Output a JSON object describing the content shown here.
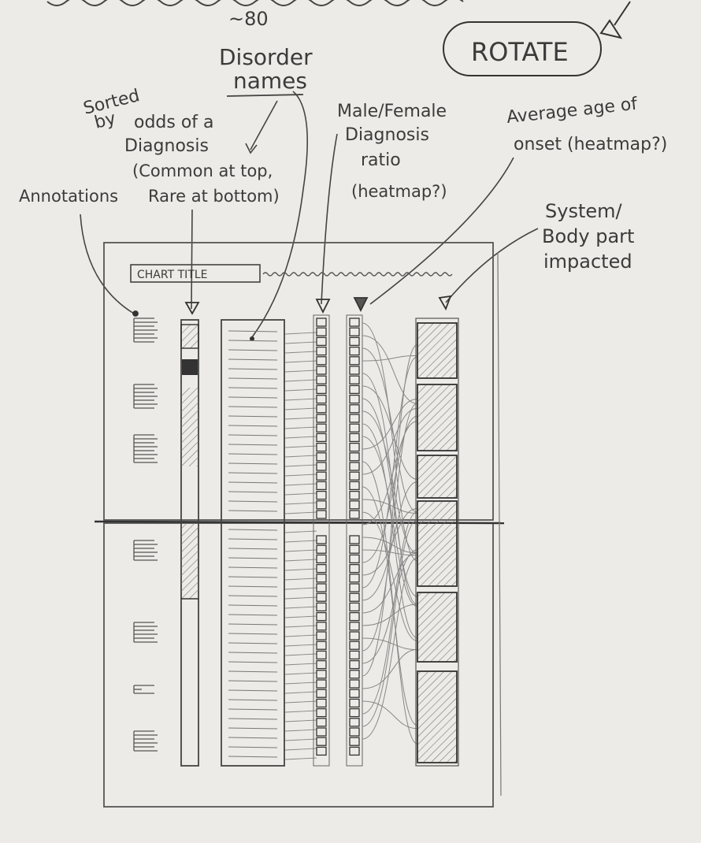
{
  "header": {
    "approx_count": "~80",
    "rotate_label": "ROTATE"
  },
  "annotations": {
    "disorder_names": [
      "Disorder",
      "names"
    ],
    "sorted_by": [
      "Sorted",
      "by",
      "odds of a",
      "Diagnosis",
      "(Common at top,",
      "Rare at bottom)"
    ],
    "annotations_label": "Annotations",
    "male_female": [
      "Male/Female",
      "Diagnosis",
      "ratio",
      "(heatmap?)"
    ],
    "avg_age": [
      "Average age of",
      "onset (heatmap?)"
    ],
    "system_body": [
      "System/",
      "Body part",
      "impacted"
    ]
  },
  "chart": {
    "title": "CHART TITLE"
  },
  "colors": {
    "paper": "#ecebe7",
    "pencil": "#3b3b3b"
  }
}
